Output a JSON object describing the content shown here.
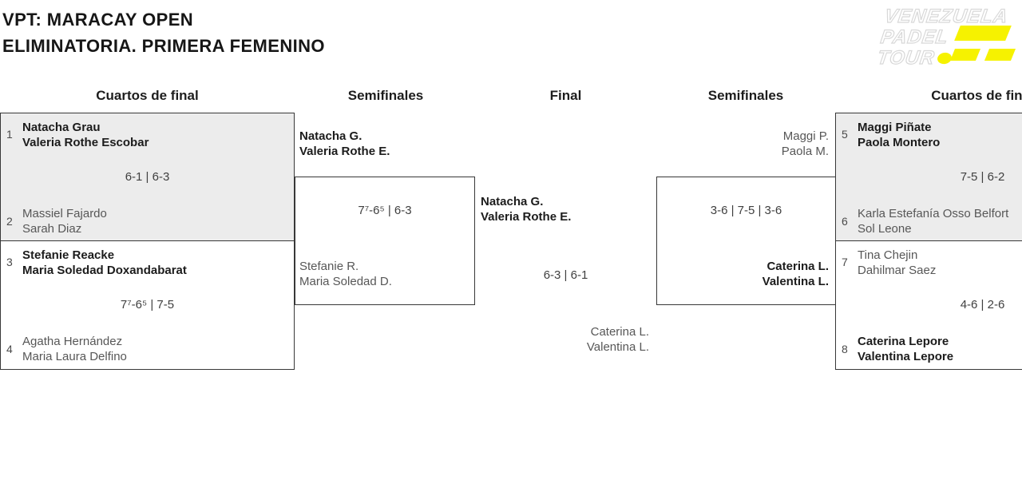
{
  "title": {
    "line1": "VPT: MARACAY OPEN",
    "line2": "ELIMINATORIA. PRIMERA FEMENINO"
  },
  "logo": {
    "line1": "VENEZUELA",
    "line2": "PADEL",
    "line3": "TOUR",
    "accent_color": "#f6f200"
  },
  "headers": {
    "qf_left": "Cuartos de final",
    "sf_left": "Semifinales",
    "final": "Final",
    "sf_right": "Semifinales",
    "qf_right": "Cuartos de final"
  },
  "matches": {
    "qf1": {
      "seed1": "1",
      "team1": [
        "Natacha Grau",
        "Valeria Rothe Escobar"
      ],
      "score": "6-1 | 6-3",
      "seed2": "2",
      "team2": [
        "Massiel Fajardo",
        "Sarah Diaz"
      ]
    },
    "qf2": {
      "seed1": "3",
      "team1": [
        "Stefanie Reacke",
        "Maria Soledad Doxandabarat"
      ],
      "score": "7⁷-6⁵ | 7-5",
      "seed2": "4",
      "team2": [
        "Agatha Hernández",
        "Maria Laura Delfino"
      ]
    },
    "qf3": {
      "seed1": "5",
      "team1": [
        "Maggi Piñate",
        "Paola Montero"
      ],
      "score": "7-5 | 6-2",
      "seed2": "6",
      "team2": [
        "Karla Estefanía Osso Belfort",
        "Sol Leone"
      ]
    },
    "qf4": {
      "seed1": "7",
      "team1": [
        "Tina Chejin",
        "Dahilmar Saez"
      ],
      "score": "4-6 | 2-6",
      "seed2": "8",
      "team2": [
        "Caterina Lepore",
        "Valentina Lepore"
      ]
    },
    "sf1": {
      "team1": [
        "Natacha G.",
        "Valeria Rothe E."
      ],
      "score": "7⁷-6⁵ | 6-3",
      "team2": [
        "Stefanie R.",
        "Maria Soledad D."
      ]
    },
    "sf2": {
      "team1": [
        "Maggi P.",
        "Paola M."
      ],
      "score": "3-6 | 7-5 | 3-6",
      "team2": [
        "Caterina L.",
        "Valentina L."
      ]
    },
    "final": {
      "team1": [
        "Natacha G.",
        "Valeria Rothe E."
      ],
      "score": "6-3 | 6-1",
      "team2": [
        "Caterina L.",
        "Valentina L."
      ]
    }
  },
  "colors": {
    "box_fill": "#ececec",
    "border": "#383838",
    "winner_text": "#1c1c1c",
    "loser_text": "#575757",
    "accent": "#f6f200"
  }
}
